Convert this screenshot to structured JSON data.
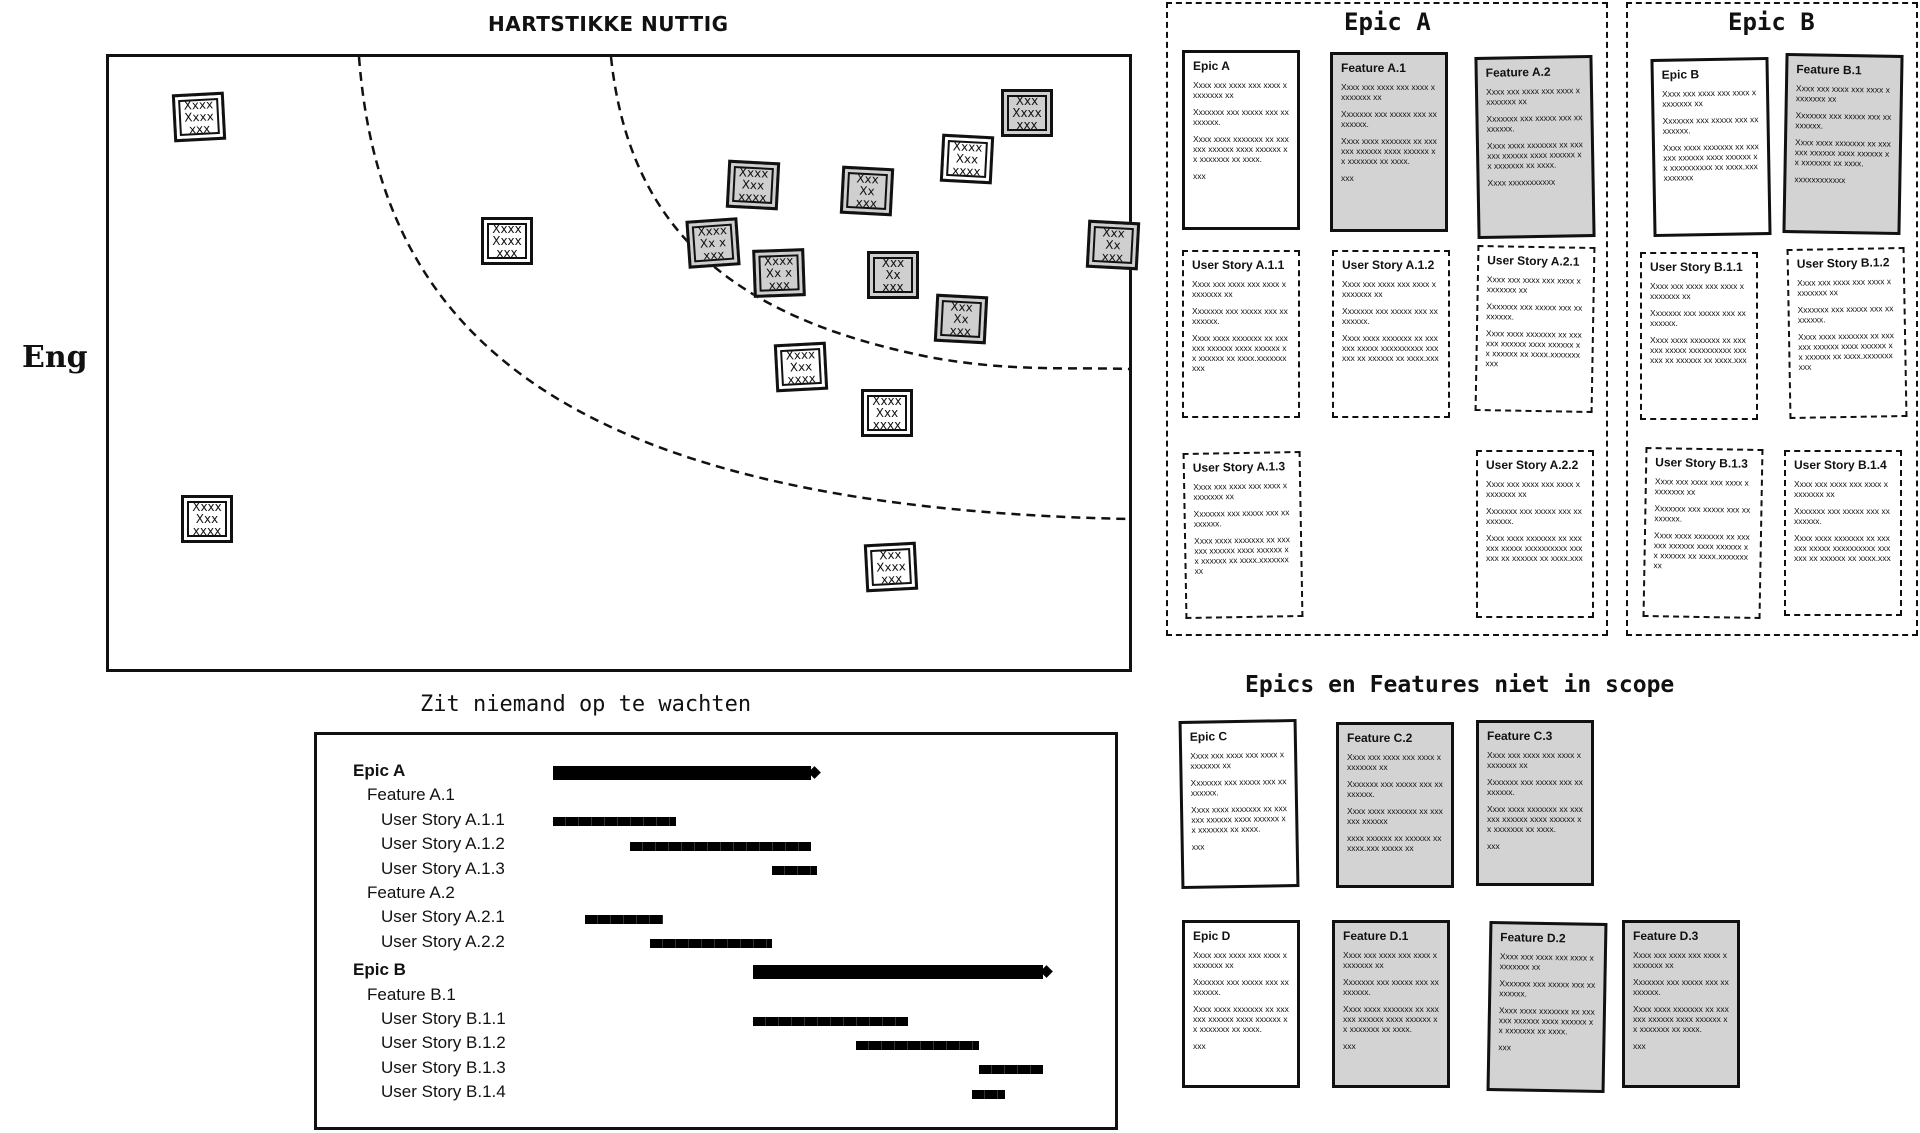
{
  "matrix": {
    "title": "Hartstikke nuttig",
    "y_label": "Eng",
    "x_label": "Zit niemand op te wachten",
    "stickies": [
      {
        "lines": [
          "Xxxx",
          "Xxxx",
          "xxx"
        ],
        "grey": false
      },
      {
        "lines": [
          "Xxxx",
          "Xxxx",
          "xxx"
        ],
        "grey": false
      },
      {
        "lines": [
          "Xxxx",
          "Xxx",
          "xxxx"
        ],
        "grey": false
      },
      {
        "lines": [
          "Xxxx",
          "Xx x",
          "xxx"
        ],
        "grey": true
      },
      {
        "lines": [
          "Xxxx",
          "Xxx",
          "xxxx"
        ],
        "grey": true
      },
      {
        "lines": [
          "Xxx",
          "Xx",
          "xxx"
        ],
        "grey": true
      },
      {
        "lines": [
          "Xxxx",
          "Xxx",
          "xxxx"
        ],
        "grey": false
      },
      {
        "lines": [
          "Xxxx",
          "Xx x",
          "xxx"
        ],
        "grey": true
      },
      {
        "lines": [
          "Xxx",
          "Xxxx",
          "xxx"
        ],
        "grey": true
      },
      {
        "lines": [
          "Xxx",
          "Xx",
          "xxx"
        ],
        "grey": true
      },
      {
        "lines": [
          "Xxx",
          "Xx",
          "xxx"
        ],
        "grey": true
      },
      {
        "lines": [
          "Xxx",
          "Xx",
          "xxx"
        ],
        "grey": true
      },
      {
        "lines": [
          "Xxxx",
          "Xxx",
          "xxxx"
        ],
        "grey": false
      },
      {
        "lines": [
          "Xxxx",
          "Xxx",
          "xxxx"
        ],
        "grey": false
      },
      {
        "lines": [
          "Xxx",
          "Xxxx",
          "xxx"
        ],
        "grey": false
      }
    ]
  },
  "gantt": {
    "rows": [
      {
        "label": "Epic A",
        "level": 0,
        "start": 0,
        "end": 40,
        "milestone": true
      },
      {
        "label": "Feature A.1",
        "level": 1
      },
      {
        "label": "User Story A.1.1",
        "level": 2,
        "start": 0,
        "end": 19
      },
      {
        "label": "User Story A.1.2",
        "level": 2,
        "start": 12,
        "end": 40
      },
      {
        "label": "User Story A.1.3",
        "level": 2,
        "start": 34,
        "end": 41
      },
      {
        "label": "Feature A.2",
        "level": 1
      },
      {
        "label": "User Story A.2.1",
        "level": 2,
        "start": 5,
        "end": 17
      },
      {
        "label": "User Story A.2.2",
        "level": 2,
        "start": 15,
        "end": 34
      },
      {
        "label": "Epic B",
        "level": 0,
        "start": 31,
        "end": 76,
        "milestone": true
      },
      {
        "label": "Feature B.1",
        "level": 1
      },
      {
        "label": "User Story B.1.1",
        "level": 2,
        "start": 31,
        "end": 55
      },
      {
        "label": "User Story B.1.2",
        "level": 2,
        "start": 47,
        "end": 66
      },
      {
        "label": "User Story B.1.3",
        "level": 2,
        "start": 66,
        "end": 76
      },
      {
        "label": "User Story B.1.4",
        "level": 2,
        "start": 65,
        "end": 70
      }
    ]
  },
  "epics": {
    "epic_a_title": "Epic A",
    "epic_b_title": "Epic B",
    "scope_title": "Epics en Features niet in scope",
    "cards": [
      {
        "title": "Epic A",
        "grey": false,
        "style": "solid",
        "paras": [
          "Xxxx xxx xxxx xxx xxxx xxxxxxxx xx",
          "Xxxxxxx xxx xxxxx xxx xxxxxxxx.",
          "Xxxx xxxx xxxxxxx xx xxxxxx xxxxxx xxxx xxxxxx xx xxxxxxx xx xxxx.",
          "xxx"
        ]
      },
      {
        "title": "Feature A.1",
        "grey": true,
        "style": "solid",
        "paras": [
          "Xxxx xxx xxxx xxx xxxx xxxxxxxx xx",
          "Xxxxxxx xxx xxxxx xxx xxxxxxxx.",
          "Xxxx xxxx xxxxxxx xx xxxxxx xxxxxx xxxx xxxxxx xx xxxxxxx xx xxxx.",
          "xxx"
        ]
      },
      {
        "title": "Feature A.2",
        "grey": true,
        "style": "solid",
        "paras": [
          "Xxxx xxx xxxx xxx xxxx xxxxxxxx xx",
          "Xxxxxxx xxx xxxxx xxx xxxxxxxx.",
          "Xxxx xxxx xxxxxxx xx xxxxxx xxxxxx xxxx xxxxxx xx xxxxxxx xx xxxx.",
          "Xxxx xxxxxxxxxxx"
        ]
      },
      {
        "title": "User Story A.1.1",
        "grey": false,
        "style": "story",
        "paras": [
          "Xxxx xxx xxxx xxx xxxx xxxxxxxx xx",
          "Xxxxxxx xxx xxxxx xxx xxxxxxxx.",
          "Xxxx xxxx xxxxxxx xx xxxxxx xxxxxx xxxx xxxxxx xx xxxxxx xx xxxx.xxxxxxxxxx"
        ]
      },
      {
        "title": "User Story A.1.2",
        "grey": false,
        "style": "story",
        "paras": [
          "Xxxx xxx xxxx xxx xxxx xxxxxxxx xx",
          "Xxxxxxx xxx xxxxx xxx xxxxxxxx.",
          "Xxxx xxxx xxxxxxx xx xxxxxx xxxxx xxxxxxxxxx xxxxxx xx xxxxxx xx xxxx.xxx"
        ]
      },
      {
        "title": "User Story A.2.1",
        "grey": false,
        "style": "story",
        "paras": [
          "Xxxx xxx xxxx xxx xxxx xxxxxxxx xx",
          "Xxxxxxx xxx xxxxx xxx xxxxxxxx.",
          "Xxxx xxxx xxxxxxx xx xxxxxx xxxxxx xxxx xxxxxx xx xxxxxx xx xxxx.xxxxxxxxxx"
        ]
      },
      {
        "title": "User Story A.1.3",
        "grey": false,
        "style": "story",
        "paras": [
          "Xxxx xxx xxxx xxx xxxx xxxxxxxx xx",
          "Xxxxxxx xxx xxxxx xxx xxxxxxxx.",
          "Xxxx xxxx xxxxxxx xx xxxxxx xxxxxx xxxx xxxxxx xx xxxxxx xx xxxx.xxxxxxxxx"
        ]
      },
      {
        "title": "User Story A.2.2",
        "grey": false,
        "style": "story",
        "paras": [
          "Xxxx xxx xxxx xxx xxxx xxxxxxxx xx",
          "Xxxxxxx xxx xxxxx xxx xxxxxxxx.",
          "Xxxx xxxx xxxxxxx xx xxxxxx xxxxx xxxxxxxxxx xxxxxx xx xxxxxx xx xxxx.xxx"
        ]
      },
      {
        "title": "Epic B",
        "grey": false,
        "style": "solid",
        "paras": [
          "Xxxx xxx xxxx xxx xxxx xxxxxxxx xx",
          "Xxxxxxx xxx xxxxx xxx xxxxxxxx.",
          "Xxxx xxxx xxxxxxx xx xxxxxx xxxxxx xxxx xxxxxx xx xxxxxxxxxx xx xxxx.xxxxxxxxxx"
        ]
      },
      {
        "title": "Feature B.1",
        "grey": true,
        "style": "solid",
        "paras": [
          "Xxxx xxx xxxx xxx xxxx xxxxxxxx xx",
          "Xxxxxxx xxx xxxxx xxx xxxxxxxx.",
          "Xxxx xxxx xxxxxxx xx xxxxxx xxxxxx xxxx xxxxxx xx xxxxxxx xx xxxx.",
          "xxxxxxxxxxxx"
        ]
      },
      {
        "title": "User Story B.1.1",
        "grey": false,
        "style": "story",
        "paras": [
          "Xxxx xxx xxxx xxx xxxx xxxxxxxx xx",
          "Xxxxxxx xxx xxxxx xxx xxxxxxxx.",
          "Xxxx xxxx xxxxxxx xx xxxxxx xxxxx xxxxxxxxxx xxxxxx xx xxxxxx xx xxxx.xxx"
        ]
      },
      {
        "title": "User Story B.1.2",
        "grey": false,
        "style": "story",
        "paras": [
          "Xxxx xxx xxxx xxx xxxx xxxxxxxx xx",
          "Xxxxxxx xxx xxxxx xxx xxxxxxxx.",
          "Xxxx xxxx xxxxxxx xx xxxxxx xxxxxx xxxx xxxxxx xx xxxxxx xx xxxx.xxxxxxxxxx"
        ]
      },
      {
        "title": "User Story B.1.3",
        "grey": false,
        "style": "story",
        "paras": [
          "Xxxx xxx xxxx xxx xxxx xxxxxxxx xx",
          "Xxxxxxx xxx xxxxx xxx xxxxxxxx.",
          "Xxxx xxxx xxxxxxx xx xxxxxx xxxxxx xxxx xxxxxx xx xxxxxx xx xxxx.xxxxxxxxx"
        ]
      },
      {
        "title": "User Story B.1.4",
        "grey": false,
        "style": "story",
        "paras": [
          "Xxxx xxx xxxx xxx xxxx xxxxxxxx xx",
          "Xxxxxxx xxx xxxxx xxx xxxxxxxx.",
          "Xxxx xxxx xxxxxxx xx xxxxxx xxxxx xxxxxxxxxx xxxxxx xx xxxxxx xx xxxx.xxx"
        ]
      },
      {
        "title": "Epic C",
        "grey": false,
        "style": "solid",
        "paras": [
          "Xxxx xxx xxxx xxx xxxx xxxxxxxx xx",
          "Xxxxxxx xxx xxxxx xxx xxxxxxxx.",
          "Xxxx xxxx xxxxxxx xx xxxxxx xxxxxx xxxx xxxxxx xx xxxxxxx xx xxxx.",
          "xxx"
        ]
      },
      {
        "title": "Feature C.2",
        "grey": true,
        "style": "solid",
        "paras": [
          "Xxxx xxx xxxx xxx xxxx xxxxxxxx xx",
          "Xxxxxxx xxx xxxxx xxx xxxxxxxx.",
          "Xxxx xxxx xxxxxxx xx xxxxxx xxxxxx",
          "xxxx xxxxxx xx xxxxxx xx xxxx.xxx xxxxx xx"
        ]
      },
      {
        "title": "Feature C.3",
        "grey": true,
        "style": "solid",
        "paras": [
          "Xxxx xxx xxxx xxx xxxx xxxxxxxx xx",
          "Xxxxxxx xxx xxxxx xxx xxxxxxxx.",
          "Xxxx xxxx xxxxxxx xx xxxxxx xxxxxx xxxx xxxxxx xx xxxxxxx xx xxxx.",
          "xxx"
        ]
      },
      {
        "title": "Epic D",
        "grey": false,
        "style": "solid",
        "paras": [
          "Xxxx xxx xxxx xxx xxxx xxxxxxxx xx",
          "Xxxxxxx xxx xxxxx xxx xxxxxxxx.",
          "Xxxx xxxx xxxxxxx xx xxxxxx xxxxxx xxxx xxxxxx xx xxxxxxx xx xxxx.",
          "xxx"
        ]
      },
      {
        "title": "Feature D.1",
        "grey": true,
        "style": "solid",
        "paras": [
          "Xxxx xxx xxxx xxx xxxx xxxxxxxx xx",
          "Xxxxxxx xxx xxxxx xxx xxxxxxxx.",
          "Xxxx xxxx xxxxxxx xx xxxxxx xxxxxx xxxx xxxxxx xx xxxxxxx xx xxxx.",
          "xxx"
        ]
      },
      {
        "title": "Feature D.2",
        "grey": true,
        "style": "solid",
        "paras": [
          "Xxxx xxx xxxx xxx xxxx xxxxxxxx xx",
          "Xxxxxxx xxx xxxxx xxx xxxxxxxx.",
          "Xxxx xxxx xxxxxxx xx xxxxxx xxxxxx xxxx xxxxxx xx xxxxxxx xx xxxx.",
          "xxx"
        ]
      },
      {
        "title": "Feature D.3",
        "grey": true,
        "style": "solid",
        "paras": [
          "Xxxx xxx xxxx xxx xxxx xxxxxxxx xx",
          "Xxxxxxx xxx xxxxx xxx xxxxxxxx.",
          "Xxxx xxxx xxxxxxx xx xxxxxx xxxxxx xxxx xxxxxx xx xxxxxxx xx xxxx.",
          "xxx"
        ]
      }
    ]
  }
}
